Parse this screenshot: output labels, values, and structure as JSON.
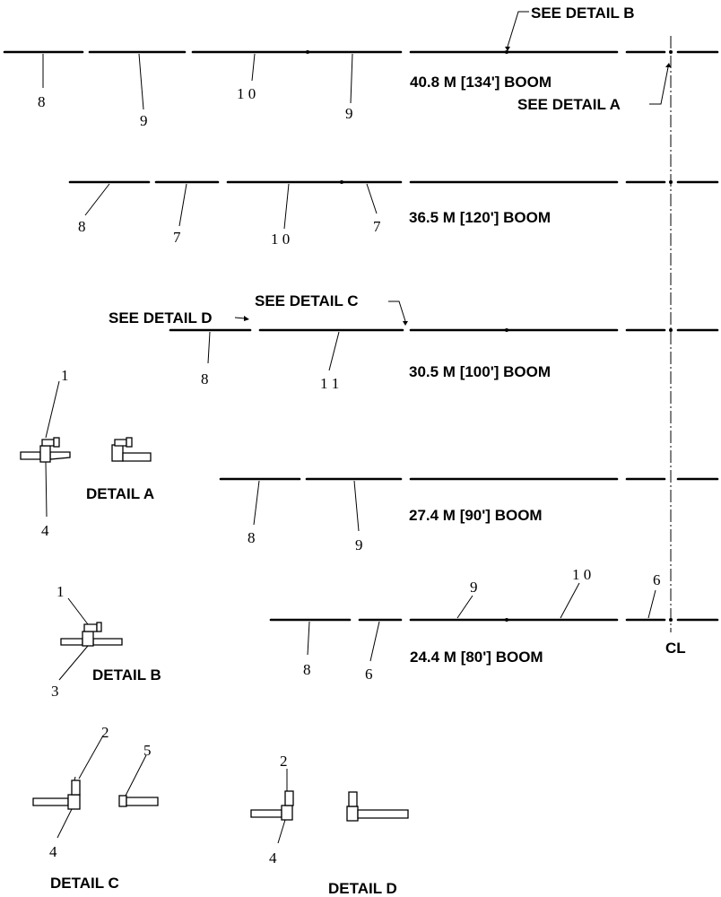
{
  "booms": [
    {
      "label": "40.8 M [134'] BOOM",
      "numbers": [
        "8",
        "9",
        "1 0",
        "9"
      ]
    },
    {
      "label": "36.5 M [120'] BOOM",
      "numbers": [
        "8",
        "7",
        "1 0",
        "7"
      ]
    },
    {
      "label": "30.5 M [100'] BOOM",
      "numbers": [
        "8",
        "1 1"
      ]
    },
    {
      "label": "27.4 M [90'] BOOM",
      "numbers": [
        "8",
        "9"
      ]
    },
    {
      "label": "24.4 M [80'] BOOM",
      "numbers": [
        "8",
        "6",
        "9",
        "1 0",
        "6"
      ]
    }
  ],
  "callouts": {
    "b": "SEE DETAIL  B",
    "a": "SEE DETAIL  A",
    "d": "SEE DETAIL  D",
    "c": "SEE DETAIL  C"
  },
  "centerline": "CL",
  "details": {
    "a": {
      "title": "DETAIL  A",
      "numbers": [
        "1",
        "4"
      ]
    },
    "b": {
      "title": "DETAIL  B",
      "numbers": [
        "1",
        "3"
      ]
    },
    "c": {
      "title": "DETAIL C",
      "numbers": [
        "2",
        "5",
        "4"
      ]
    },
    "d": {
      "title": "DETAIL  D",
      "numbers": [
        "2",
        "4"
      ]
    }
  }
}
